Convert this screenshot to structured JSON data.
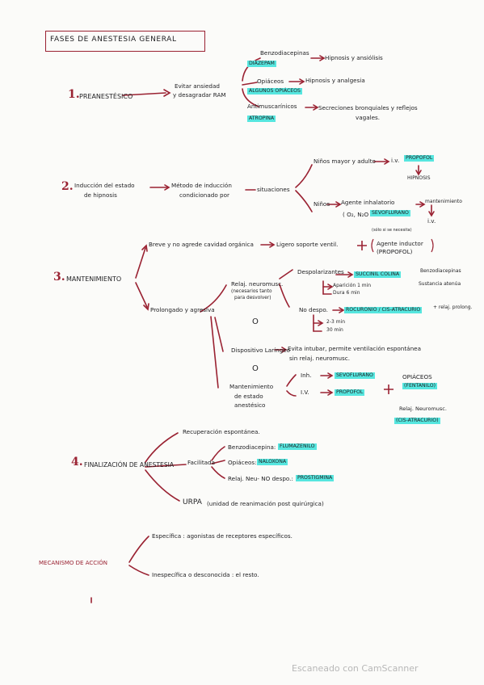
{
  "title": "FASES DE ANESTESIA GENERAL",
  "watermark": "Escaneado con CamScanner",
  "colors": {
    "ink": "#1f1f22",
    "accent": "#9a2232",
    "highlight": "#56e6df",
    "paper": "#fbfbf9"
  },
  "phase1": {
    "number": "1.",
    "label": "PREANESTÉSICO",
    "goal_line1": "Evitar ansiedad",
    "goal_line2": "y desagradar RAM",
    "benzo": "Benzodiacepinas",
    "benzo_hl": "DIAZEPAM",
    "benzo_effect": "Hipnosis y ansiólisis",
    "opioids": "Opiáceos",
    "opioids_hl": "ALGUNOS OPIÁCEOS",
    "opioids_effect": "Hipnosis y analgesia",
    "antimusc": "Antimuscarínicos",
    "antimusc_hl": "ATROPINA",
    "antimusc_effect_line1": "Secreciones bronquiales y reflejos",
    "antimusc_effect_line2": "vagales."
  },
  "phase2": {
    "number": "2.",
    "label_line1": "Inducción del estado",
    "label_line2": "de hipnosis",
    "method_line1": "Método de inducción",
    "method_line2": "condicionado por",
    "situations": "situaciones",
    "adults": "Niños mayor y adulto",
    "iv": "i.v.",
    "propofol_hl": "PROPOFOL",
    "hipnosis": "HIPNOSIS",
    "kids": "Niños",
    "agent_line1": "Agente inhalatorio",
    "agent_paren": "( O₂, N₂O",
    "sevo_hl": "SEVOFLURANO",
    "mantenimiento_iv": "mantenimiento",
    "iv_small": "i.v."
  },
  "phase3": {
    "number": "3.",
    "label": "MANTENIMIENTO",
    "brief": "Breve y no agrede cavidad orgánica",
    "light_support": "Ligero soporte ventil.",
    "plus_note": "(sólo si se necesita)",
    "agent_inductor": "Agente inductor",
    "propofol": "(PROPOFOL)",
    "prolonged": "Prolongado y agresiva",
    "relaj": "Relaj. neuromusc.",
    "relaj_note_line1": "(necesarios tanto",
    "relaj_note_line2": "para desvolver)",
    "dep": "Despolarizantes",
    "succinyl_hl": "SUCCINIL COLINA",
    "benzo_side": "Benzodiacepinas",
    "onset1": "Aparición 1 min",
    "dur1": "Dura 6 min",
    "sustained": "Sustancia atenúa",
    "nodep": "No despo.",
    "rocuronio_hl": "ROCURONIO / CIS-ATRACURIO",
    "relaj_prolong": "+ relaj. prolong.",
    "onset2": "2-3 min",
    "dur2": "30 min",
    "o1": "O",
    "laryngeal": "Dispositivo Laríngeo",
    "laryngeal_effect_line1": "Evita intubar, permite ventilación espontánea",
    "laryngeal_effect_line2": "sin relaj. neuromusc.",
    "o2": "O",
    "maint_line1": "Mantenimiento",
    "maint_line2": "de estado",
    "maint_line3": "anestésico",
    "inh": "Inh.",
    "sevo_hl": "SEVOFLURANO",
    "iv": "I.V.",
    "propofol_hl": "PROPOFOL",
    "opiaceos": "OPIÁCEOS",
    "fentanilo_hl": "(FENTANILO)",
    "relaj_neuro": "Relaj. Neuromusc.",
    "cis_hl": "(CIS-ATRACURIO)"
  },
  "phase4": {
    "number": "4.",
    "label": "FINALIZACIÓN DE ANESTESIA",
    "recovery": "Recuperación espontánea.",
    "facilitated": "Facilitada",
    "benzo": "Benzodiacepina:",
    "flumazenilo_hl": "FLUMAZENILO",
    "opioids": "Opiáceos:",
    "naloxona_hl": "NALOXONA",
    "relaj": "Relaj. Neu- NO despo.:",
    "prostigmina_hl": "PROSTIGMINA",
    "urpa": "URPA",
    "urpa_desc": "(unidad de reanimación post quirúrgica)"
  },
  "mechanism": {
    "label": "MECANISMO DE ACCIÓN",
    "specific": "Específica : agonistas de receptores específicos.",
    "nonspecific": "Inespecífica o desconocida : el resto."
  }
}
